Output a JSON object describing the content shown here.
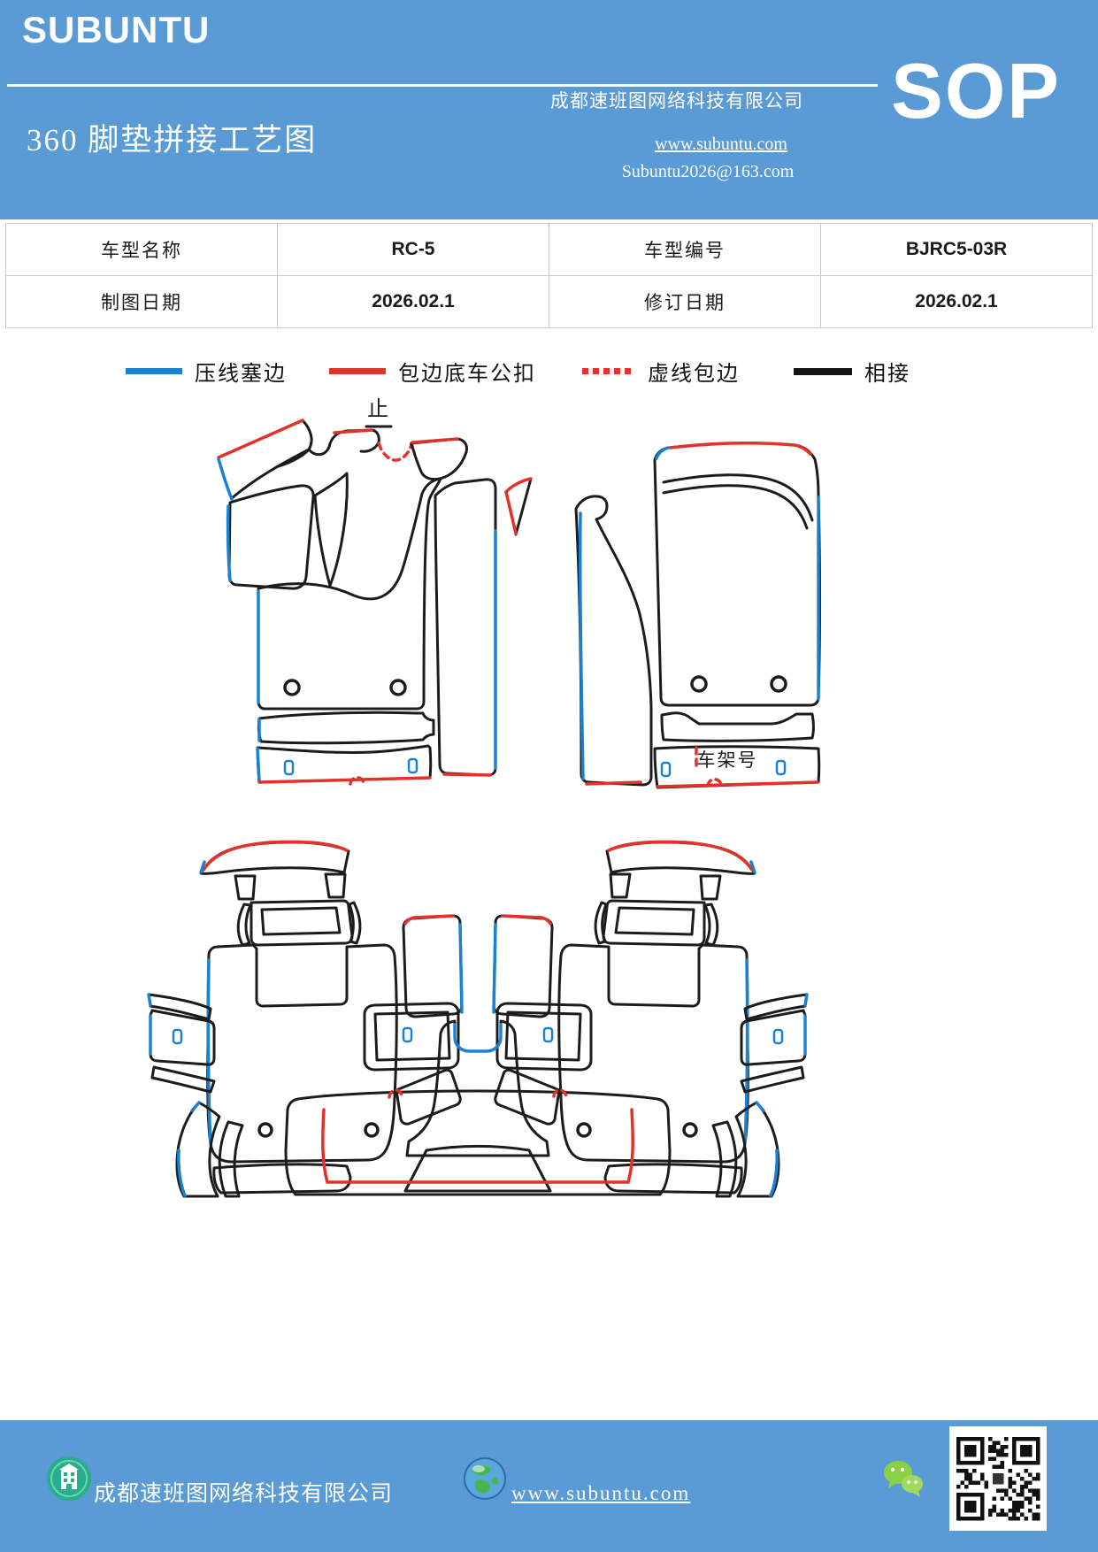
{
  "header": {
    "brand": "SUBUNTU",
    "company": "成都速班图网络科技有限公司",
    "sop_label": "SOP",
    "title": "360 脚垫拼接工艺图",
    "website": "www.subuntu.com",
    "email": "Subuntu2026@163.com",
    "background_color": "#5b9bd5",
    "text_color": "#ffffff"
  },
  "info_table": {
    "rows": [
      {
        "cells": [
          "车型名称",
          "RC-5",
          "车型编号",
          "BJRC5-03R"
        ]
      },
      {
        "cells": [
          "制图日期",
          "2026.02.1",
          "修订日期",
          "2026.02.1"
        ]
      }
    ]
  },
  "legend": {
    "items": [
      {
        "label": "压线塞边",
        "style": "solid",
        "color": "#1a82d2"
      },
      {
        "label": "包边底车公扣",
        "style": "solid",
        "color": "#e2332a"
      },
      {
        "label": "虚线包边",
        "style": "dashed",
        "color": "#e2332a"
      },
      {
        "label": "相接",
        "style": "solid",
        "color": "#151515"
      }
    ]
  },
  "diagram": {
    "annotations": {
      "stop_mark": "止",
      "vin_label": "车架号"
    },
    "line_colors": {
      "blue": "#1a82d2",
      "red": "#e2332a",
      "black": "#1c1c1c"
    },
    "groups": [
      "front-row-mat-patterns",
      "rear-row-mat-patterns"
    ]
  },
  "footer": {
    "company": "成都速班图网络科技有限公司",
    "website": "www.subuntu.com",
    "icons": [
      "building-icon",
      "globe-icon",
      "wechat-icon",
      "qr-code"
    ],
    "background_color": "#5b9bd5"
  }
}
